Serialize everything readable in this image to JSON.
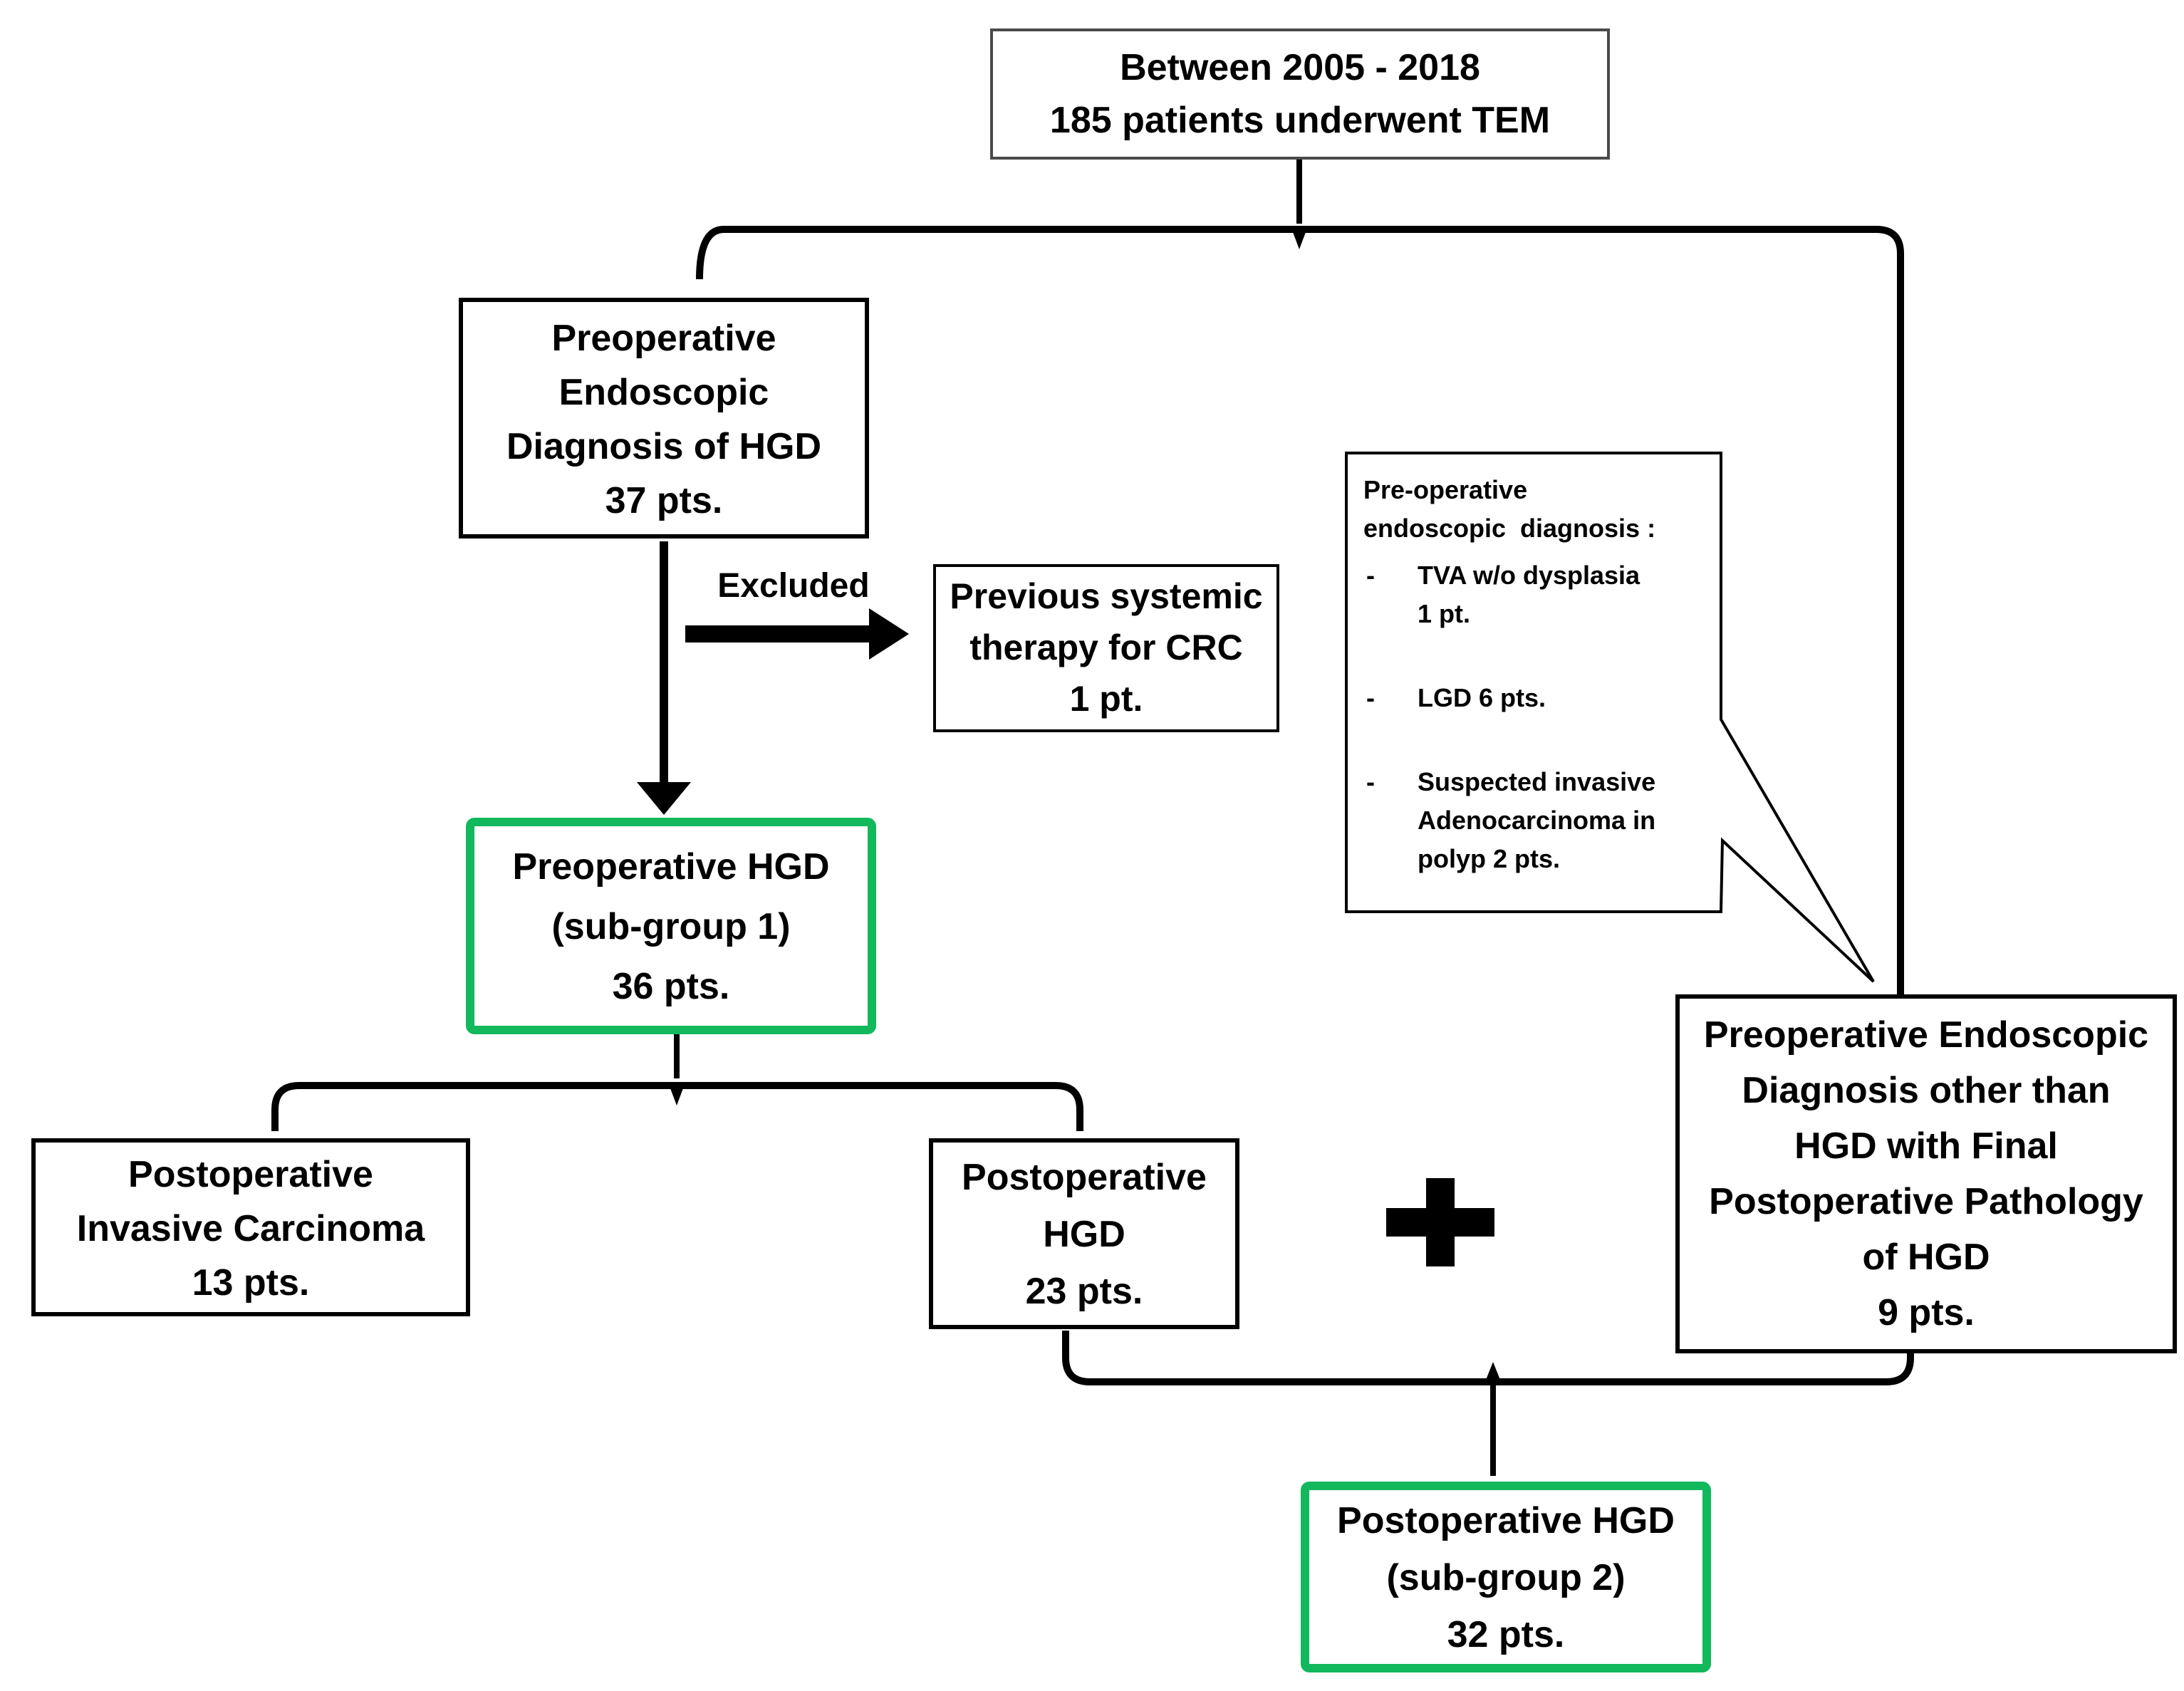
{
  "colors": {
    "highlight_green": "#12b85c",
    "line_black": "#000000"
  },
  "icons": {
    "plus": "+"
  },
  "nodes": {
    "total": {
      "line1": "Between 2005 - 2018",
      "line2": "185 patients underwent TEM"
    },
    "preop_hgd37": {
      "line1": "Preoperative",
      "line2": "Endoscopic",
      "line3": "Diagnosis of HGD",
      "line4": "37 pts."
    },
    "excluded_label": "Excluded",
    "excluded_reason": {
      "line1": "Previous systemic",
      "line2": "therapy for CRC",
      "line3": "1 pt."
    },
    "callout": {
      "title1": "Pre-operative",
      "title2": "endoscopic  diagnosis :",
      "item1": {
        "bullet": "-",
        "line1": "TVA w/o dysplasia",
        "line2": "1 pt."
      },
      "item2": {
        "bullet": "-",
        "line1": "LGD 6 pts."
      },
      "item3": {
        "bullet": "-",
        "line1": "Suspected invasive",
        "line2": "Adenocarcinoma in",
        "line3": "polyp 2 pts."
      }
    },
    "subgroup1": {
      "line1": "Preoperative HGD",
      "line2": "(sub-group 1)",
      "line3": "36 pts."
    },
    "post_invasive": {
      "line1": "Postoperative",
      "line2": "Invasive Carcinoma",
      "line3": "13 pts."
    },
    "post_hgd23": {
      "line1": "Postoperative",
      "line2": "HGD",
      "line3": "23 pts."
    },
    "other_than_hgd": {
      "line1": "Preoperative Endoscopic",
      "line2": "Diagnosis other than",
      "line3": "HGD with Final",
      "line4": "Postoperative Pathology",
      "line5": "of HGD",
      "line6": "9 pts."
    },
    "subgroup2": {
      "line1": "Postoperative HGD",
      "line2": "(sub-group 2)",
      "line3": "32 pts."
    }
  }
}
